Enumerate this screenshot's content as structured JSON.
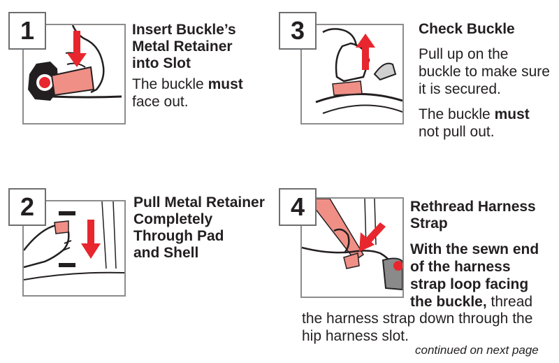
{
  "steps": [
    {
      "number": "1",
      "title_lines": [
        "Insert Buckle’s",
        "Metal Retainer",
        "into Slot"
      ],
      "body_prefix": "The buckle ",
      "body_bold": "must",
      "body_suffix": " face out."
    },
    {
      "number": "2",
      "title_lines": [
        "Pull Metal Retainer",
        "Completely",
        "Through Pad",
        "and Shell"
      ]
    },
    {
      "number": "3",
      "title": "Check Buckle",
      "body_lines": [
        "Pull up on the",
        "buckle to make sure",
        "it is secured."
      ],
      "body2_prefix": "The buckle ",
      "body2_bold": "must",
      "body2_suffix": "not pull out."
    },
    {
      "number": "4",
      "title_lines": [
        "Rethread Harness",
        "Strap"
      ],
      "bold_lines": [
        "With the sewn end",
        "of the harness",
        "strap loop facing"
      ],
      "bold_last": "the buckle,",
      "after_bold": " thread",
      "rest_lines": [
        "the harness strap down through the",
        "hip harness slot."
      ]
    }
  ],
  "footer": "continued on next page",
  "colors": {
    "accent_red": "#e8262d",
    "strap_pink": "#f08f86",
    "frame_gray": "#8c8c8c"
  },
  "icons": [
    "down-arrow-icon",
    "up-arrow-icon"
  ]
}
